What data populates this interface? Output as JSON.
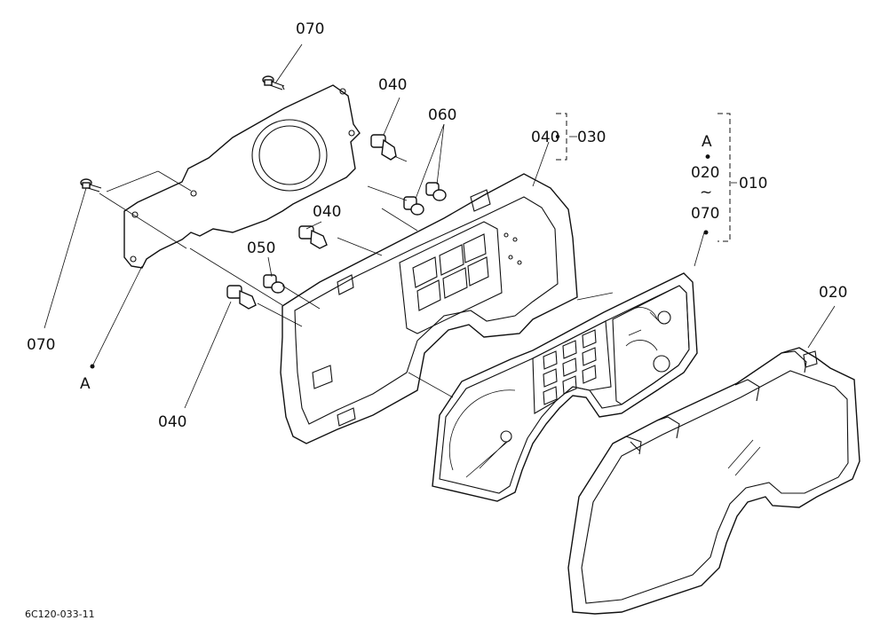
{
  "labels": {
    "screw_top": "070",
    "bulb_top": "040",
    "bulbs_060": "060",
    "group_040": "040",
    "group_030": "030",
    "group_a": "A",
    "group_dot": "•",
    "group_020": "020",
    "group_tilde": "~",
    "group_070": "070",
    "group_010": "010",
    "bulb_mid": "040",
    "socket_050": "050",
    "screw_left": "070",
    "ref_a": "A",
    "bulb_bottom": "040",
    "cover_020": "020"
  },
  "footer": {
    "code": "6C120-033-11"
  }
}
